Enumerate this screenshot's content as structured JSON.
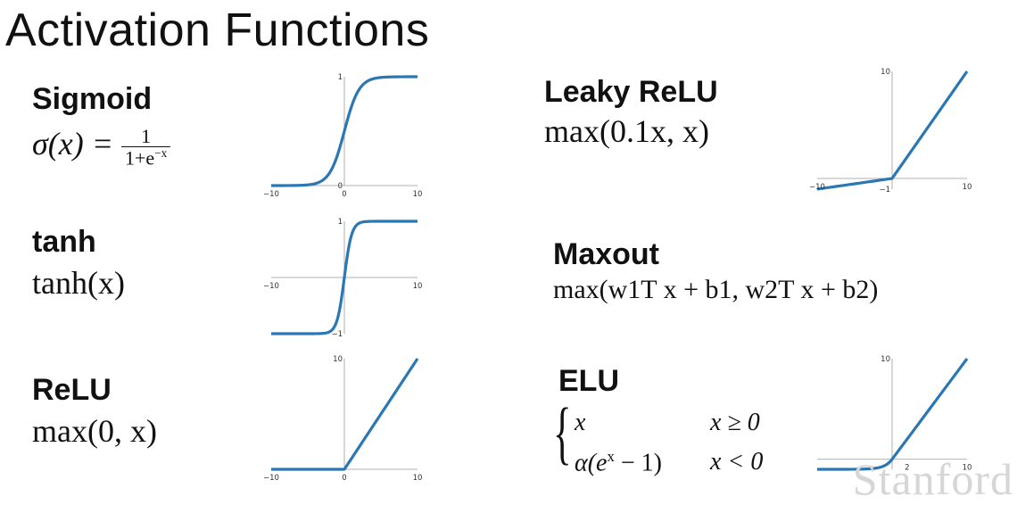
{
  "slide": {
    "title": "Activation Functions",
    "watermark": "Stanford"
  },
  "functions": {
    "sigmoid": {
      "name": "Sigmoid",
      "formula_prefix": "σ(x) = ",
      "frac_num": "1",
      "frac_den": "1+e",
      "frac_den_exp": "−x"
    },
    "tanh": {
      "name": "tanh",
      "formula": "tanh(x)"
    },
    "relu": {
      "name": "ReLU",
      "formula": "max(0, x)"
    },
    "leaky": {
      "name": "Leaky ReLU",
      "formula": "max(0.1x, x)"
    },
    "maxout": {
      "name": "Maxout",
      "formula": "max(w1T x + b1, w2T x + b2)"
    },
    "elu": {
      "name": "ELU",
      "case1_expr": "x",
      "case1_cond": "x ≥ 0",
      "case2_expr": "α(e",
      "case2_exp": "x",
      "case2_rest": " − 1)",
      "case2_cond": "x < 0"
    }
  },
  "colors": {
    "curve": "#2a77b4",
    "axis": "#999999"
  },
  "chart_data": [
    {
      "id": "sigmoid",
      "type": "line",
      "title": "",
      "xlim": [
        -10,
        10
      ],
      "ylim": [
        0,
        1
      ],
      "x_ticks": [
        "−10",
        "0",
        "10"
      ],
      "y_ticks": [
        "0",
        "1"
      ],
      "function": "1/(1+exp(-x))"
    },
    {
      "id": "tanh",
      "type": "line",
      "title": "",
      "xlim": [
        -10,
        10
      ],
      "ylim": [
        -1,
        1
      ],
      "x_ticks": [
        "−10",
        "10"
      ],
      "y_ticks": [
        "−1",
        "1"
      ],
      "function": "tanh(x)"
    },
    {
      "id": "relu",
      "type": "line",
      "title": "",
      "xlim": [
        -10,
        10
      ],
      "ylim": [
        0,
        10
      ],
      "x_ticks": [
        "−10",
        "0",
        "10"
      ],
      "y_ticks": [
        "10"
      ],
      "function": "max(0,x)"
    },
    {
      "id": "leaky",
      "type": "line",
      "title": "",
      "xlim": [
        -10,
        10
      ],
      "ylim": [
        -1,
        10
      ],
      "x_ticks": [
        "−10",
        "10"
      ],
      "y_ticks": [
        "−1",
        "10"
      ],
      "function": "max(0.1x,x)"
    },
    {
      "id": "elu",
      "type": "line",
      "title": "",
      "xlim": [
        -10,
        10
      ],
      "ylim": [
        -1,
        10
      ],
      "x_ticks": [
        "2",
        "10"
      ],
      "y_ticks": [
        "10"
      ],
      "function": "x>=0 ? x : exp(x)-1"
    }
  ]
}
